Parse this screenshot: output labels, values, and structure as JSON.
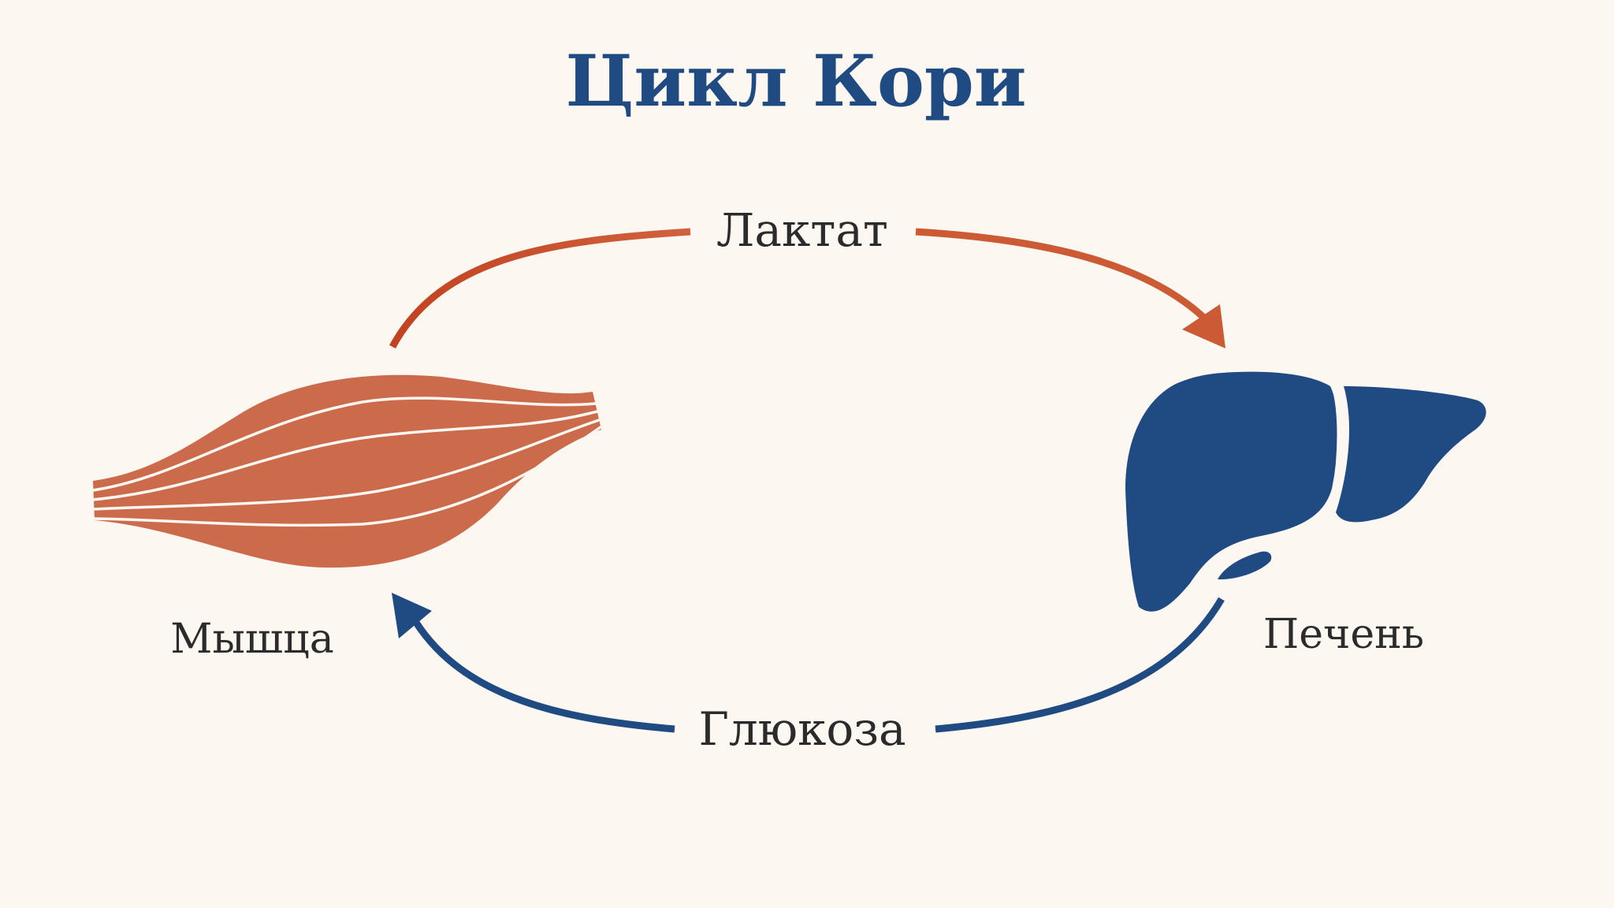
{
  "title": "Цикл Кори",
  "flows": {
    "lactate": {
      "label": "Лактат",
      "color": "#c8532f"
    },
    "glucose": {
      "label": "Глюкоза",
      "color": "#1f4a82"
    }
  },
  "organs": {
    "muscle": {
      "label": "Мышца",
      "icon": "muscle-icon",
      "color": "#cc6a4c"
    },
    "liver": {
      "label": "Печень",
      "icon": "liver-icon",
      "color": "#1f4a82"
    }
  },
  "colors": {
    "background": "#fcf8f1",
    "title": "#1f4a82",
    "text": "#2b2b2b"
  }
}
